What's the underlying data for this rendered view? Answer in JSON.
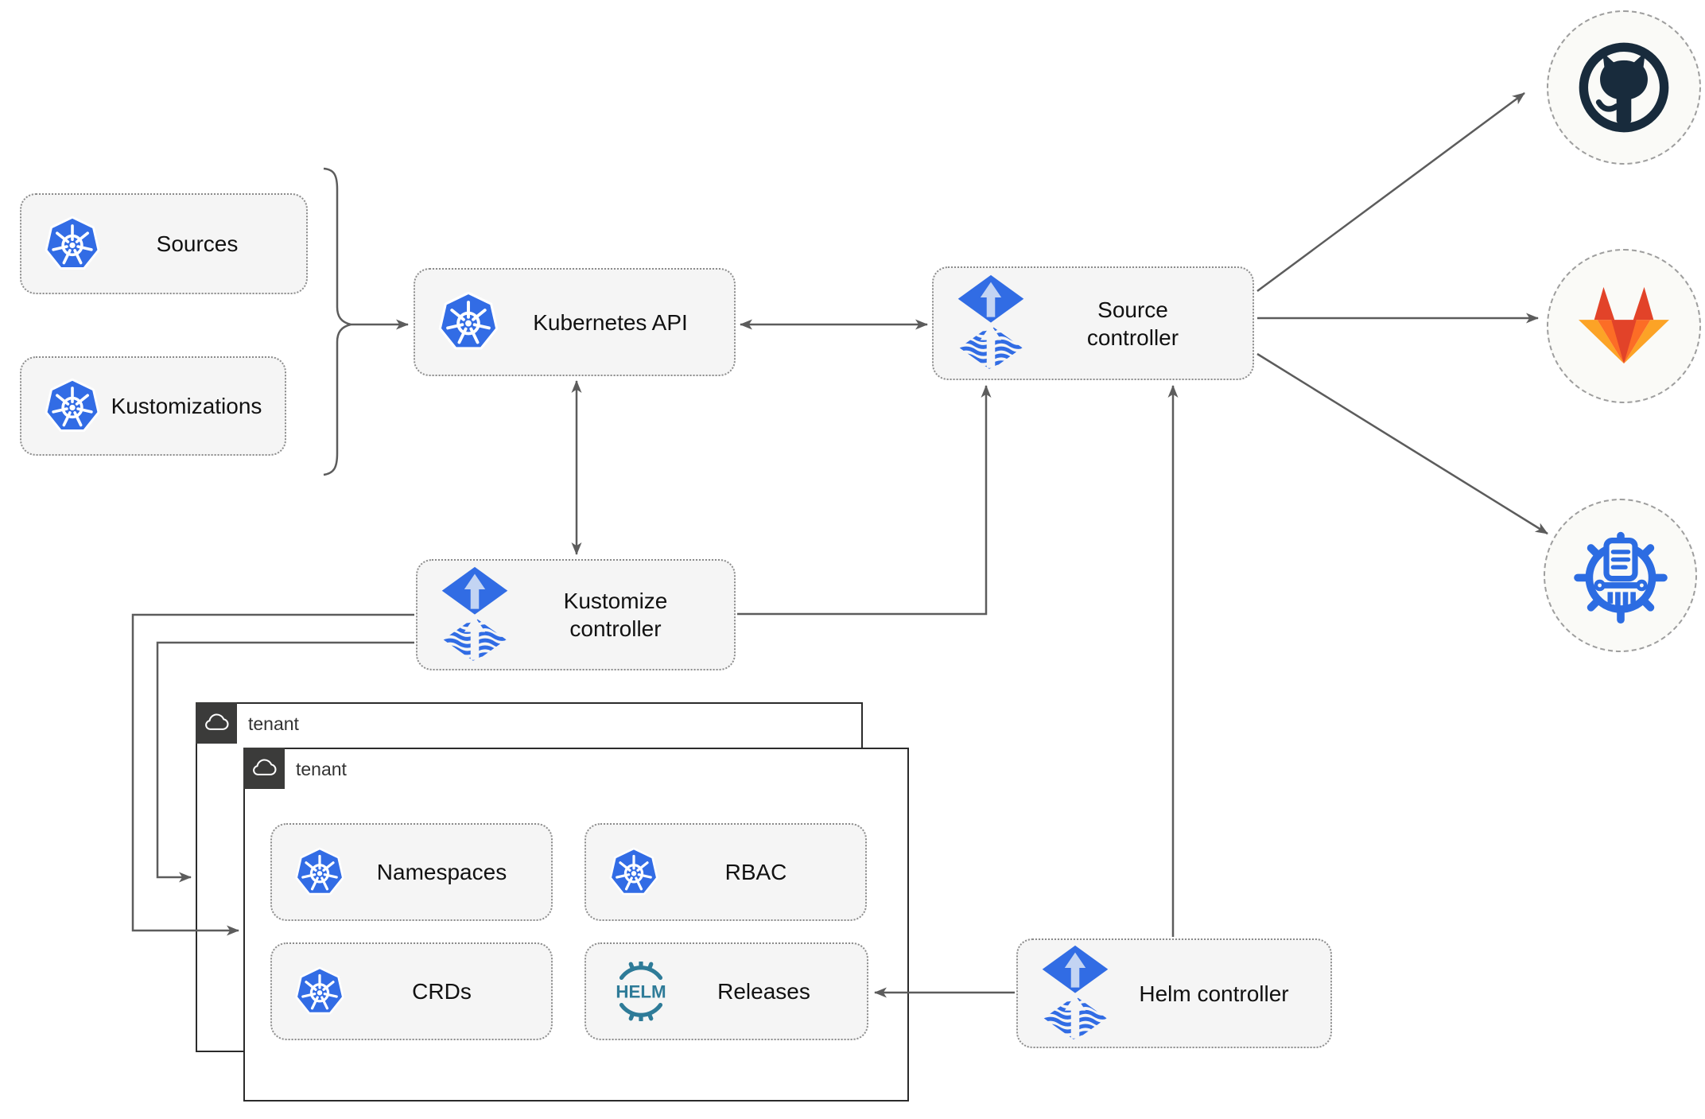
{
  "diagram": {
    "nodes": {
      "sources": {
        "label": "Sources"
      },
      "kustomizations": {
        "label": "Kustomizations"
      },
      "kubernetes_api": {
        "label": "Kubernetes API"
      },
      "source_controller": {
        "label": "Source controller"
      },
      "kustomize_controller": {
        "label": "Kustomize controller"
      },
      "helm_controller": {
        "label": "Helm controller"
      },
      "tenant_outer": {
        "label": "tenant"
      },
      "tenant_inner": {
        "label": "tenant"
      },
      "namespaces": {
        "label": "Namespaces"
      },
      "rbac": {
        "label": "RBAC"
      },
      "crds": {
        "label": "CRDs"
      },
      "releases": {
        "label": "Releases"
      },
      "helm_badge": {
        "label": "HELM"
      }
    },
    "external_targets": [
      {
        "icon": "github-icon"
      },
      {
        "icon": "gitlab-icon"
      },
      {
        "icon": "chartmuseum-icon"
      }
    ],
    "edges": [
      {
        "from": "sources+kustomizations(brace)",
        "to": "kubernetes_api",
        "arrow": "single"
      },
      {
        "from": "kubernetes_api",
        "to": "source_controller",
        "arrow": "double"
      },
      {
        "from": "kubernetes_api",
        "to": "kustomize_controller",
        "arrow": "double"
      },
      {
        "from": "kustomize_controller",
        "to": "source_controller",
        "arrow": "single"
      },
      {
        "from": "kustomize_controller",
        "to": "tenant_inner",
        "arrow": "single"
      },
      {
        "from": "kustomize_controller",
        "to": "tenant_outer",
        "arrow": "single"
      },
      {
        "from": "helm_controller",
        "to": "source_controller",
        "arrow": "single"
      },
      {
        "from": "helm_controller",
        "to": "releases",
        "arrow": "single"
      },
      {
        "from": "source_controller",
        "to": "github",
        "arrow": "single"
      },
      {
        "from": "source_controller",
        "to": "gitlab",
        "arrow": "single"
      },
      {
        "from": "source_controller",
        "to": "chartmuseum",
        "arrow": "single"
      }
    ],
    "colors": {
      "kubernetes_blue": "#326CE5",
      "flux_blue": "#316CE4",
      "flux_arrow_light": "#C3D4F3",
      "helm_teal": "#2E7B98",
      "github_dark": "#182B3C",
      "gitlab_dark_orange": "#E24329",
      "gitlab_mid_orange": "#FC6D26",
      "gitlab_light_orange": "#FCA326",
      "chartmuseum_blue": "#2C6CE2",
      "connector_gray": "#5C5C5C",
      "node_fill": "#F5F5F5",
      "node_border": "#8C8C8C",
      "tenant_border": "#2B2B2B",
      "tenant_tab_fill": "#3B3B3A",
      "circle_fill": "#FAFAF7",
      "circle_border": "#9E9E9E"
    }
  }
}
